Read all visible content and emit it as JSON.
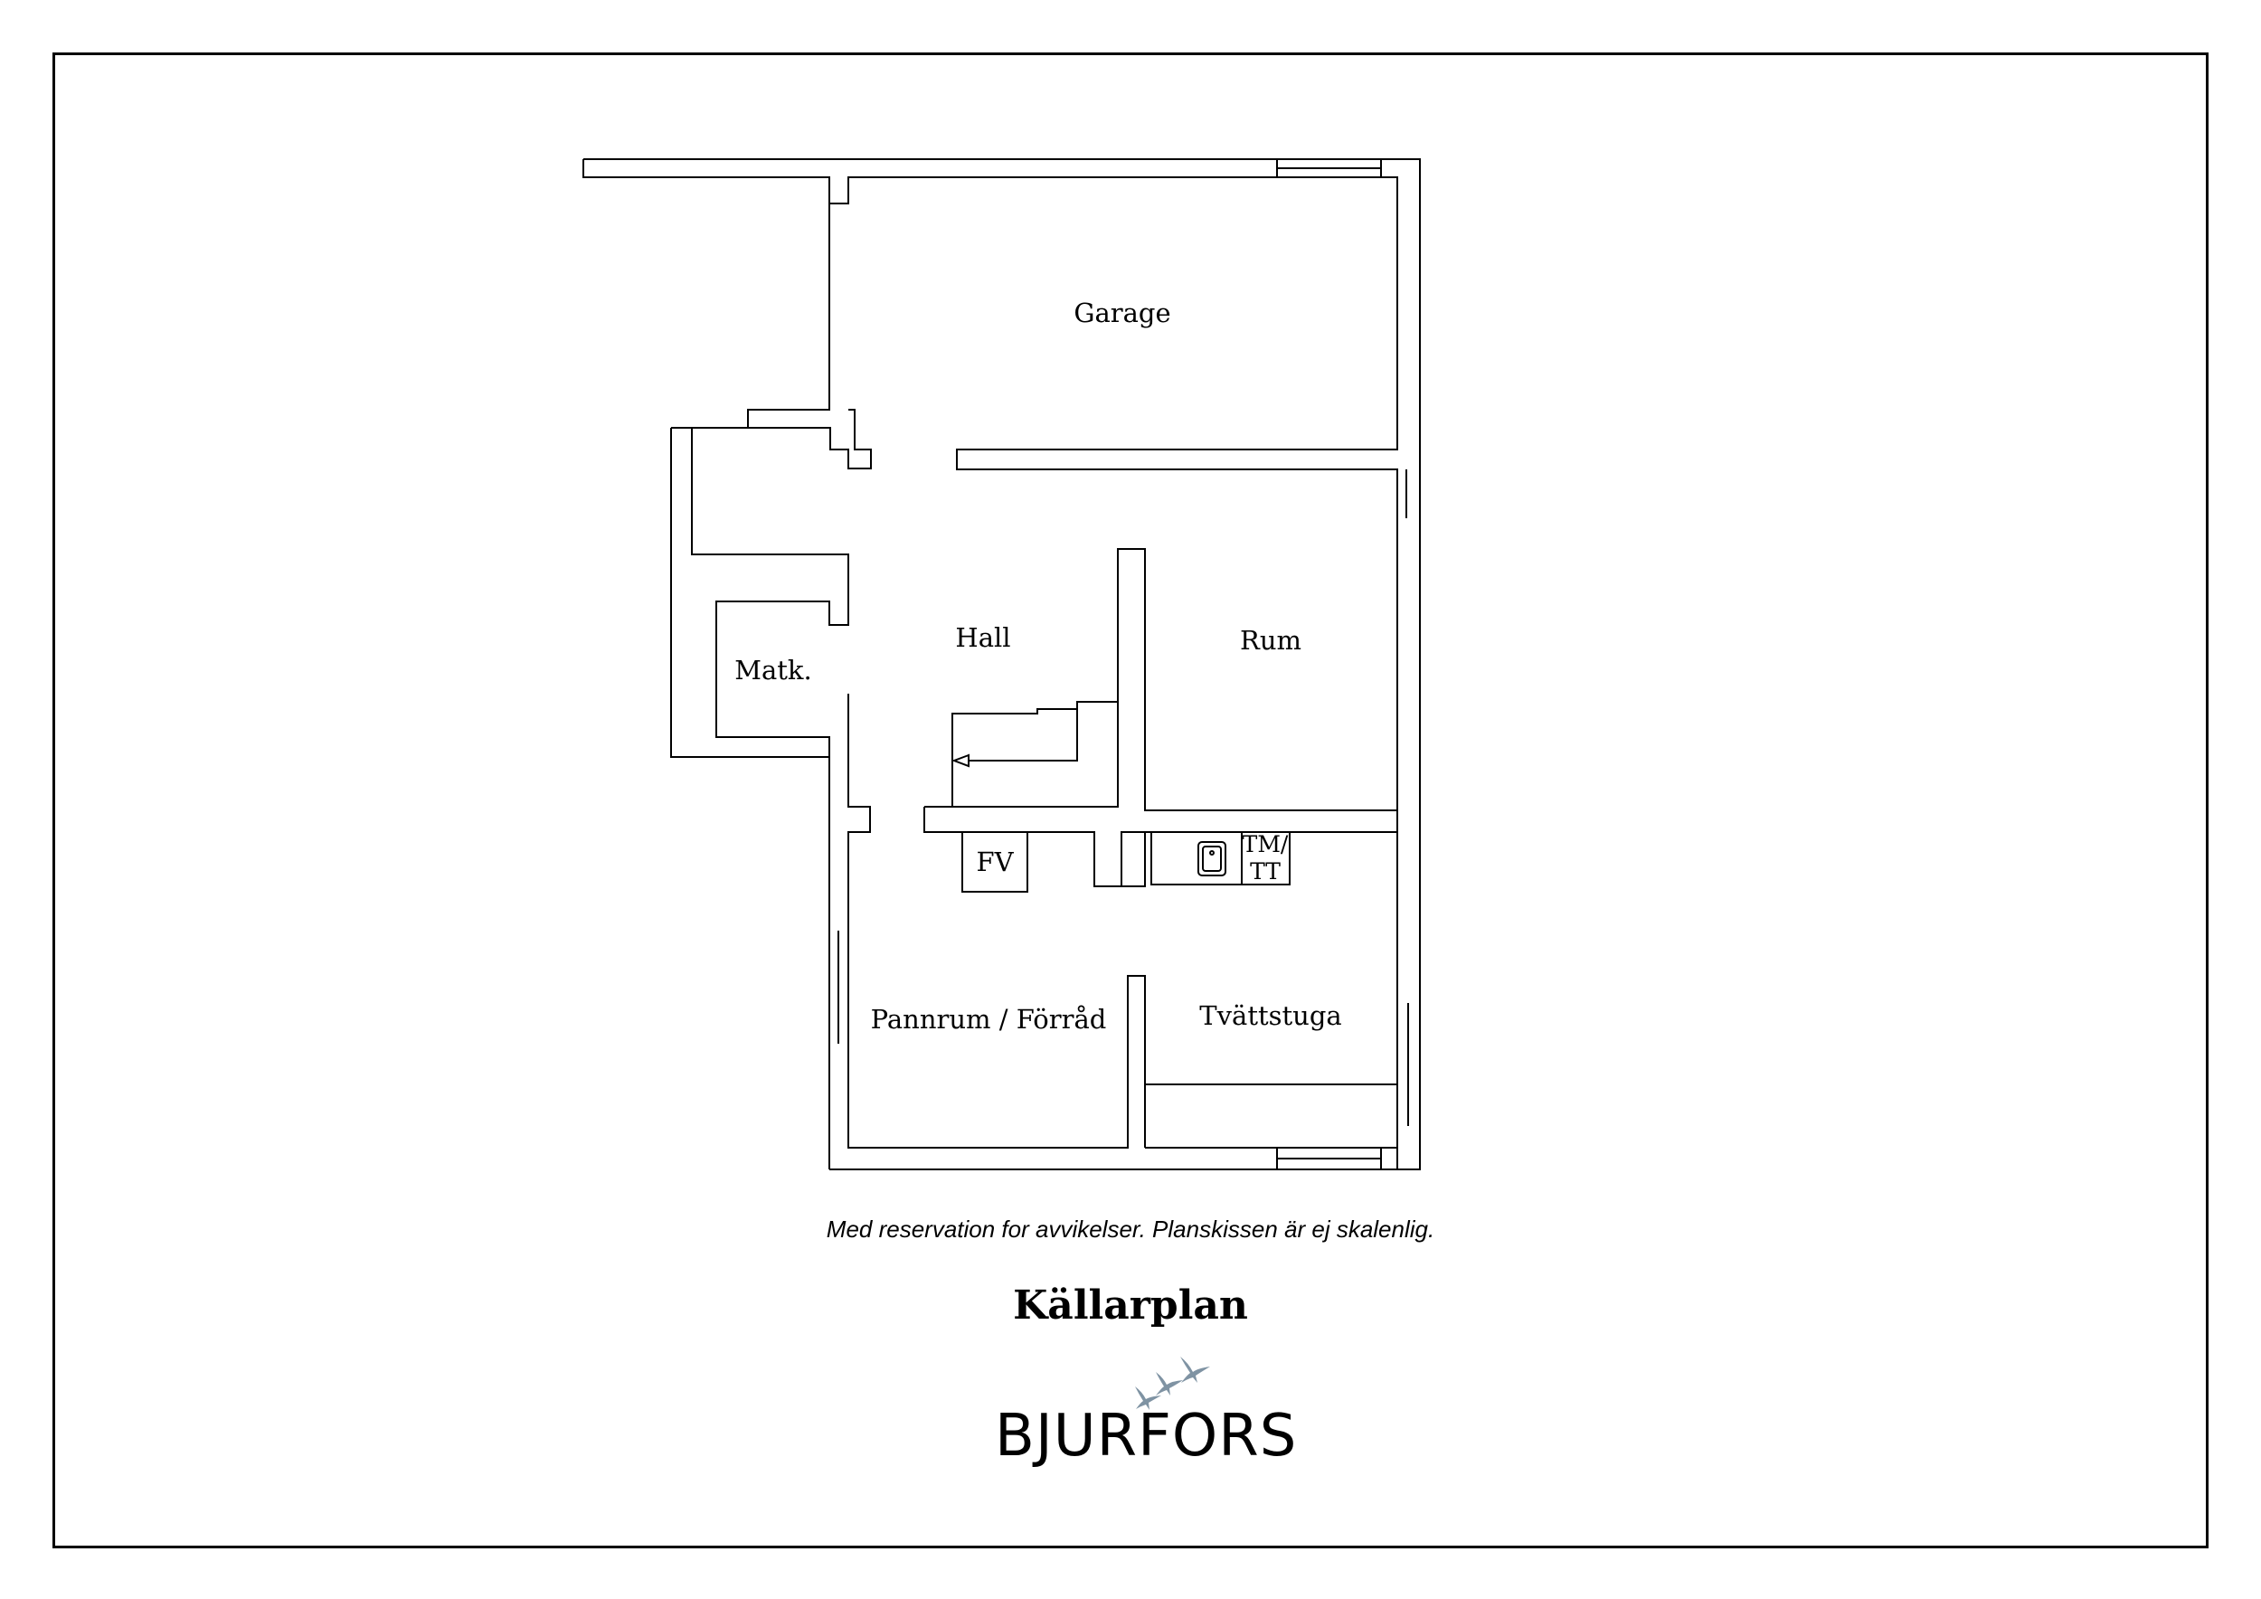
{
  "plan": {
    "rooms": {
      "garage": "Garage",
      "hall": "Hall",
      "rum": "Rum",
      "matk": "Matk.",
      "fv": "FV",
      "tm": "TM/",
      "tt": "TT",
      "pannrum": "Pannrum / Förråd",
      "tvattstuga": "Tvättstuga"
    }
  },
  "footer": {
    "disclaimer": "Med reservation for avvikelser. Planskissen är ej skalenlig.",
    "floor_title": "Källarplan"
  },
  "brand": {
    "name": "BJURFORS",
    "color": "#7f93a3",
    "icon": "birds-logo-icon"
  }
}
